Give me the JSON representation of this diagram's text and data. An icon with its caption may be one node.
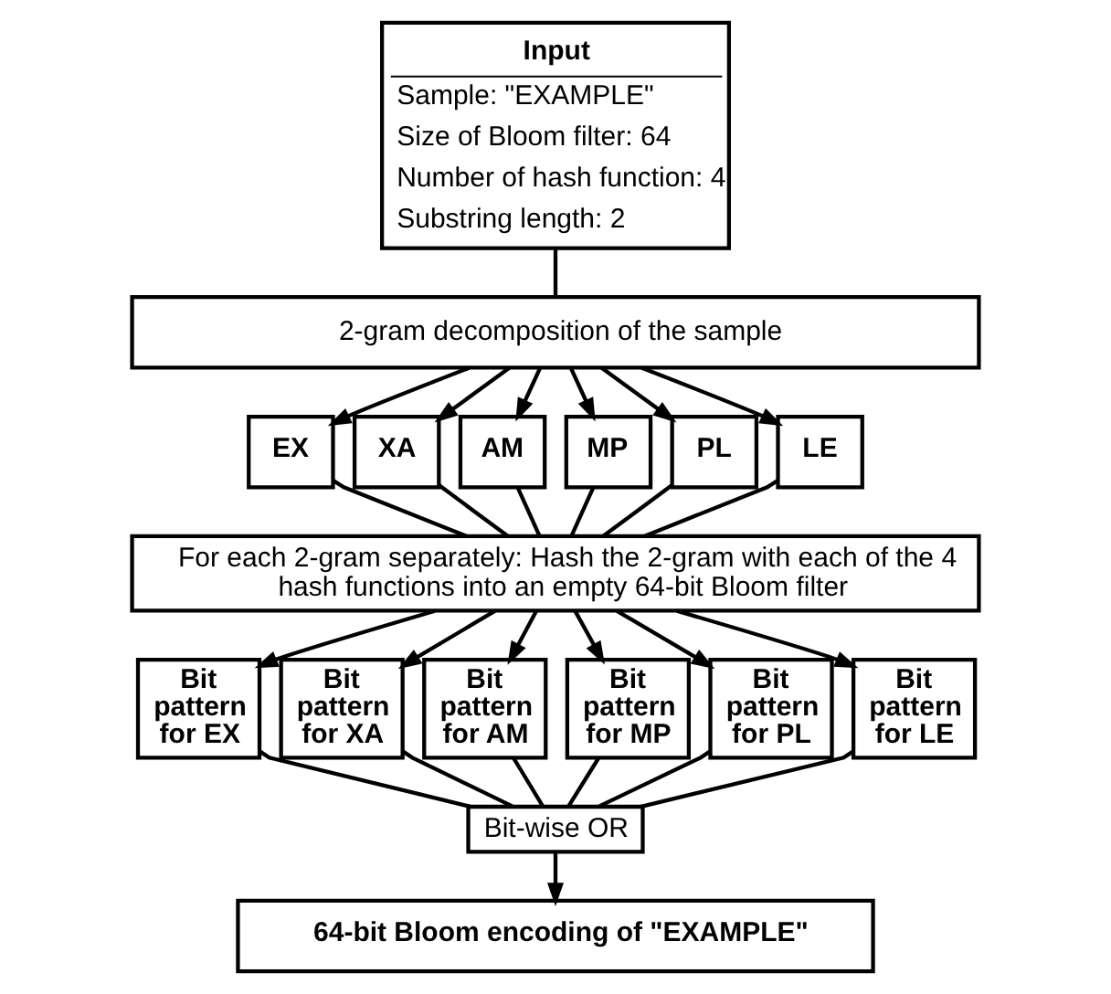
{
  "diagram": {
    "nodes": [
      {
        "text": [
          "Input",
          "Sample: \"EXAMPLE\"",
          "Size of Bloom filter: 64",
          "Number of hash function: 4",
          "Substring length: 2"
        ]
      },
      {
        "text": [
          "2-gram decomposition of the sample"
        ]
      },
      {
        "text": [
          "EX"
        ]
      },
      {
        "text": [
          "XA"
        ]
      },
      {
        "text": [
          "AM"
        ]
      },
      {
        "text": [
          "MP"
        ]
      },
      {
        "text": [
          "PL"
        ]
      },
      {
        "text": [
          "LE"
        ]
      },
      {
        "text": [
          "For each 2-gram separately: Hash the 2-gram with each of the 4 hash functions into an empty 64-bit Bloom filter"
        ]
      },
      {
        "text": [
          "Bit pattern for EX"
        ]
      },
      {
        "text": [
          "Bit pattern for XA"
        ]
      },
      {
        "text": [
          "Bit pattern for AM"
        ]
      },
      {
        "text": [
          "Bit pattern for MP"
        ]
      },
      {
        "text": [
          "Bit pattern for PL"
        ]
      },
      {
        "text": [
          "Bit pattern for LE"
        ]
      },
      {
        "text": [
          "Bit-wise OR"
        ]
      },
      {
        "text": [
          "64-bit Bloom encoding of \"EXAMPLE\""
        ]
      }
    ],
    "edges": [
      {
        "from": 0,
        "to": 1,
        "arrow": "none"
      },
      {
        "from": 1,
        "to": 2,
        "arrow": "to"
      },
      {
        "from": 1,
        "to": 3,
        "arrow": "to"
      },
      {
        "from": 1,
        "to": 4,
        "arrow": "to"
      },
      {
        "from": 1,
        "to": 5,
        "arrow": "to"
      },
      {
        "from": 1,
        "to": 6,
        "arrow": "to"
      },
      {
        "from": 1,
        "to": 7,
        "arrow": "to"
      },
      {
        "from": 2,
        "to": 8,
        "arrow": "none"
      },
      {
        "from": 3,
        "to": 8,
        "arrow": "none"
      },
      {
        "from": 4,
        "to": 8,
        "arrow": "none"
      },
      {
        "from": 5,
        "to": 8,
        "arrow": "none"
      },
      {
        "from": 6,
        "to": 8,
        "arrow": "none"
      },
      {
        "from": 7,
        "to": 8,
        "arrow": "none"
      },
      {
        "from": 8,
        "to": 9,
        "arrow": "to"
      },
      {
        "from": 8,
        "to": 10,
        "arrow": "to"
      },
      {
        "from": 8,
        "to": 11,
        "arrow": "to"
      },
      {
        "from": 8,
        "to": 12,
        "arrow": "to"
      },
      {
        "from": 8,
        "to": 13,
        "arrow": "to"
      },
      {
        "from": 8,
        "to": 14,
        "arrow": "to"
      },
      {
        "from": 9,
        "to": 15,
        "arrow": "none"
      },
      {
        "from": 10,
        "to": 15,
        "arrow": "none"
      },
      {
        "from": 11,
        "to": 15,
        "arrow": "none"
      },
      {
        "from": 12,
        "to": 15,
        "arrow": "none"
      },
      {
        "from": 13,
        "to": 15,
        "arrow": "none"
      },
      {
        "from": 14,
        "to": 15,
        "arrow": "none"
      },
      {
        "from": 15,
        "to": 16,
        "arrow": "to"
      }
    ]
  }
}
